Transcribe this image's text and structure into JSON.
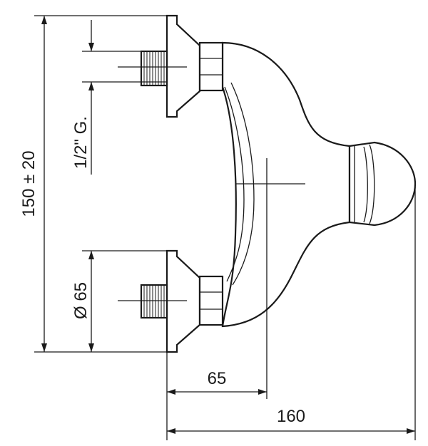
{
  "dimensions": {
    "overall_height": "150 ± 20",
    "thread_size": "1/2\" G.",
    "flange_diameter": "Ø 65",
    "centre_offset": "65",
    "overall_depth": "160"
  },
  "colors": {
    "line": "#1a1a1a",
    "background": "#ffffff"
  }
}
